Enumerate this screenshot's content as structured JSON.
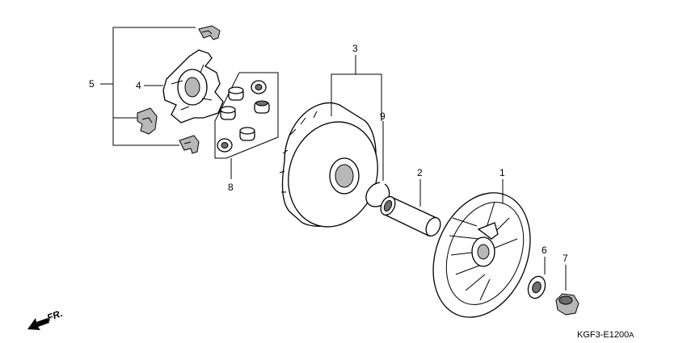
{
  "callouts": {
    "p1": "1",
    "p2": "2",
    "p3": "3",
    "p4": "4",
    "p5": "5",
    "p6": "6",
    "p7": "7",
    "p8": "8",
    "p9": "9"
  },
  "direction_label": "FR.",
  "diagram_code": "KGF3-E1200",
  "diagram_code_suffix": "A"
}
